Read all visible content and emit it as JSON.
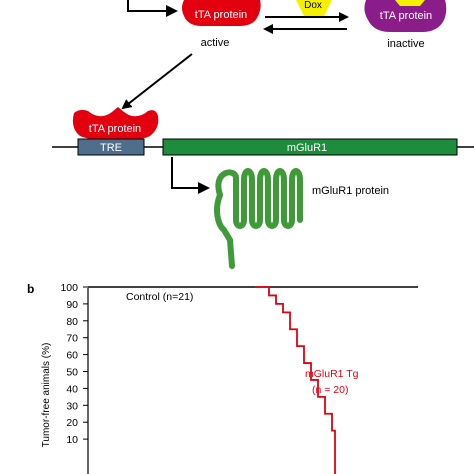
{
  "diagram": {
    "ttA_active_label": "tTA protein",
    "ttA_active_state": "active",
    "dox_label": "Dox",
    "ttA_inactive_label": "tTA protein",
    "ttA_inactive_state": "inactive",
    "ttA_bound_label": "tTA protein",
    "tre_label": "TRE",
    "gene_label": "mGluR1",
    "protein_label": "mGluR1 protein",
    "colors": {
      "tta": "#e3000f",
      "dox": "#f5f000",
      "inactive": "#8a1d8a",
      "tre_box": "#4f6e8c",
      "gene_box": "#1e8c3c",
      "protein": "#3f9a3a"
    }
  },
  "panel_b": {
    "panel_label": "b",
    "ylabel": "Tumor-free animals (%)",
    "control_label": "Control (n=21)",
    "tg_label_line1": "mGluR1 Tg",
    "tg_label_line2": "(n = 20)"
  },
  "chart_data": {
    "type": "line",
    "ylabel": "Tumor-free animals (%)",
    "ylim": [
      0,
      100
    ],
    "yticks": [
      100,
      90,
      80,
      70,
      60,
      50,
      40,
      30,
      20,
      10
    ],
    "series": [
      {
        "name": "Control (n=21)",
        "color": "#000000",
        "x": [
          0,
          10
        ],
        "y": [
          100,
          100
        ]
      },
      {
        "name": "mGluR1 Tg (n = 20)",
        "color": "#e3000f",
        "x": [
          0,
          1,
          1.5,
          2,
          2.5,
          3,
          3.5,
          4,
          4.5,
          5,
          5.5
        ],
        "y": [
          100,
          95,
          90,
          85,
          75,
          65,
          55,
          45,
          35,
          25,
          15
        ]
      }
    ]
  }
}
